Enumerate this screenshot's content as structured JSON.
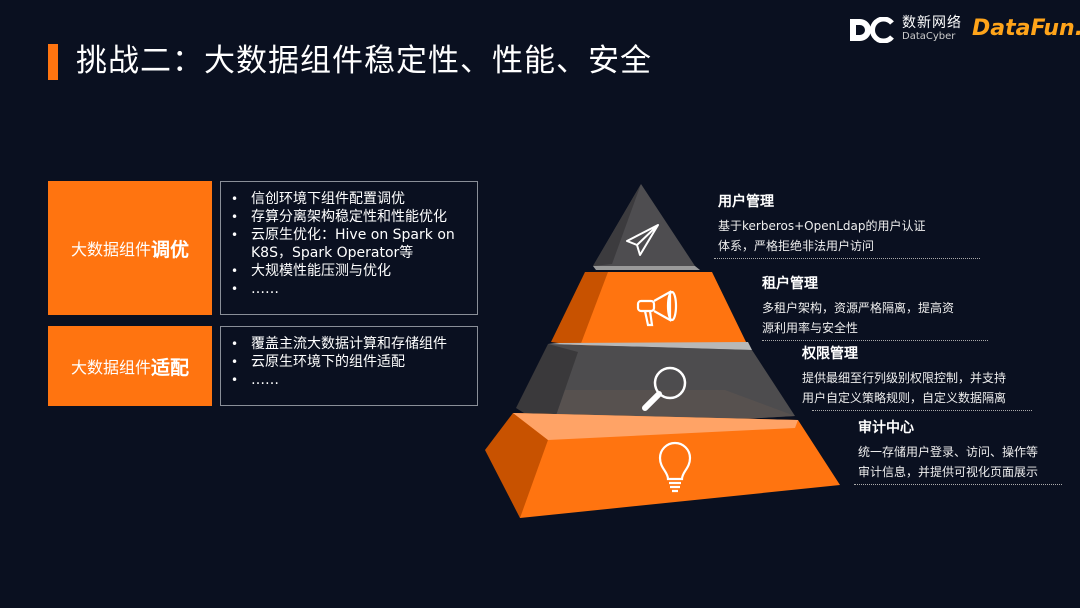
{
  "title": "挑战二：大数据组件稳定性、性能、安全",
  "logos": {
    "datacyber_cn": "数新网络",
    "datacyber_en": "DataCyber",
    "datafun": "DataFun."
  },
  "colors": {
    "accent": "#ff7410",
    "background": "#0a1020",
    "tier_gray": "#4d4c4e"
  },
  "panels": [
    {
      "label_prefix": "大数据组件",
      "label_bold": "调优",
      "items": [
        "信创环境下组件配置调优",
        "存算分离架构稳定性和性能优化",
        "云原生优化：Hive on Spark on K8S，Spark Operator等",
        "大规模性能压测与优化",
        "……"
      ]
    },
    {
      "label_prefix": "大数据组件",
      "label_bold": "适配",
      "items": [
        "覆盖主流大数据计算和存储组件",
        "云原生环境下的组件适配",
        "……"
      ]
    }
  ],
  "pyramid": [
    {
      "icon": "paper-plane-icon",
      "title": "用户管理",
      "lines": [
        "基于kerberos+OpenLdap的用户认证",
        "体系，严格拒绝非法用户访问"
      ]
    },
    {
      "icon": "megaphone-icon",
      "title": "租户管理",
      "lines": [
        "多租户架构，资源严格隔离，提高资",
        "源利用率与安全性"
      ]
    },
    {
      "icon": "magnifier-icon",
      "title": "权限管理",
      "lines": [
        "提供最细至行列级别权限控制，并支持",
        "用户自定义策略规则，自定义数据隔离"
      ]
    },
    {
      "icon": "lightbulb-icon",
      "title": "审计中心",
      "lines": [
        "统一存储用户登录、访问、操作等",
        "审计信息，并提供可视化页面展示"
      ]
    }
  ]
}
